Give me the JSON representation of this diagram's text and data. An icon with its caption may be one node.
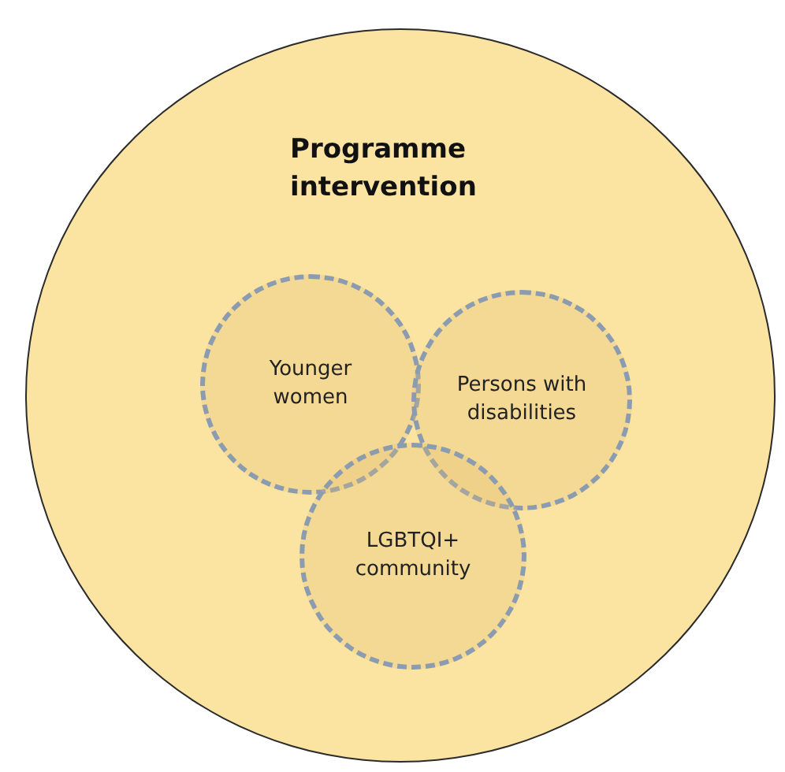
{
  "diagram": {
    "nodes": [
      {
        "text": [
          "Programme intervention"
        ]
      },
      {
        "text": [
          "Younger women"
        ],
        "in": 0
      },
      {
        "text": [
          "Persons with disabilities"
        ],
        "in": 0
      },
      {
        "text": [
          "LGBTQI+ community"
        ],
        "in": 0
      }
    ]
  }
}
